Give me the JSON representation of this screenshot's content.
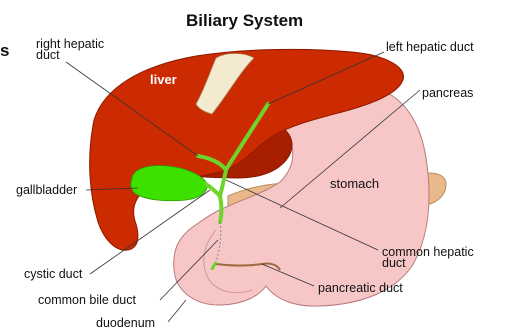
{
  "title": "Biliary System",
  "edge_fragment": "s",
  "labels": {
    "right_hepatic_duct": [
      "right hepatic",
      "duct"
    ],
    "left_hepatic_duct": "left hepatic duct",
    "liver": "liver",
    "pancreas": "pancreas",
    "stomach": "stomach",
    "gallbladder": "gallbladder",
    "common_hepatic_duct": [
      "common hepatic",
      "duct"
    ],
    "cystic_duct": "cystic duct",
    "pancreatic_duct": "pancreatic duct",
    "common_bile_duct": "common bile duct",
    "duodenum": "duodenum"
  },
  "colors": {
    "liver": "#cc2a00",
    "liver_outline": "#8a1a00",
    "liver_back": "#a81f00",
    "gallbladder": "#3ee000",
    "duct": "#6fd42a",
    "stomach": "#f7c6c6",
    "stomach_outline": "#b77a7a",
    "pancreas": "#e9b98c",
    "pancreas_outline": "#b98b5e",
    "ligament": "#f3ead0",
    "pancreatic_duct": "#9a6a3a"
  }
}
